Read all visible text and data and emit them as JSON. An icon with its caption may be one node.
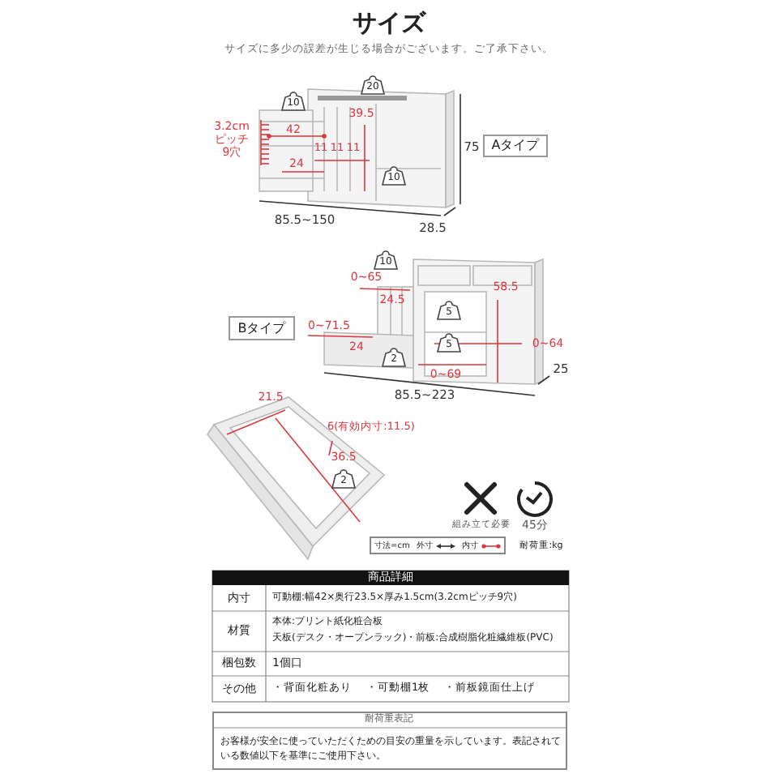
{
  "diagram": {
    "title": "サイズ",
    "nodes": [
      {
        "text": [
          "20"
        ]
      },
      {
        "text": [
          "10"
        ]
      },
      {
        "text": [
          "10"
        ]
      },
      {
        "text": [
          "Aタイプ"
        ]
      },
      {
        "text": [
          "10"
        ]
      },
      {
        "text": [
          "5"
        ]
      },
      {
        "text": [
          "5"
        ]
      },
      {
        "text": [
          "2"
        ]
      },
      {
        "text": [
          "Bタイプ"
        ]
      },
      {
        "text": [
          "2"
        ]
      }
    ],
    "labels": [
      "サイズに多少の誤差が生じる場合がございます。ご了承下さい。",
      "3.2cm ピッチ 9穴",
      "39.5",
      "42",
      "11",
      "11",
      "11",
      "75",
      "24",
      "85.5~150",
      "28.5",
      "0~65",
      "24.5",
      "58.5",
      "0~71.5",
      "24",
      "0~64",
      "0~69",
      "25",
      "21.5",
      "85.5~223",
      "6(有効内寸:11.5)",
      "36.5",
      "組み立て必要",
      "45分",
      "寸法=cm",
      "耐荷重:kg",
      "商品詳細",
      "内寸",
      "可動棚:幅42×奥行23.5×厚み1.5cm(3.2cmピッチ9穴)",
      "材質",
      "本体:プリント紙化粧合板",
      "天板(デスク・オープンラック)・前板:合成樹脂化粧繊維板(PVC)",
      "梱包数",
      "1個口",
      "その他",
      "・背面化粧あり",
      "・可動棚1枚",
      "・前板鏡面仕上げ",
      "耐荷重表記",
      "お客様が安全に使っていただくための目安の重量を示しています。表記されている数値以下を基準にご使用下さい。"
    ],
    "legend": [
      {
        "text": "外寸"
      },
      {
        "text": "内寸"
      }
    ]
  }
}
